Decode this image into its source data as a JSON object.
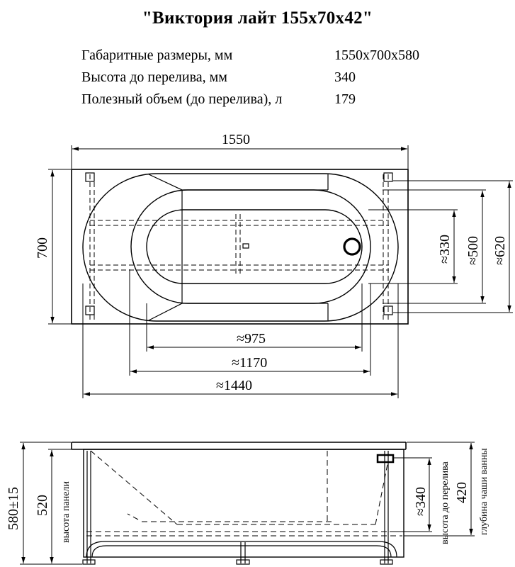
{
  "title": "\"Виктория лайт 155х70х42\"",
  "specs": [
    {
      "label": "Габаритные размеры, мм",
      "value": "1550х700х580"
    },
    {
      "label": "Высота до перелива, мм",
      "value": "340"
    },
    {
      "label": "Полезный объем (до перелива), л",
      "value": "179"
    }
  ],
  "top_view": {
    "length": "1550",
    "width": "700",
    "inner_975": "≈975",
    "inner_1170": "≈1170",
    "inner_1440": "≈1440",
    "right_330": "≈330",
    "right_500": "≈500",
    "right_620": "≈620"
  },
  "side_view": {
    "height_total": "580±15",
    "panel_height": "520",
    "panel_label": "высота панели",
    "overflow_height": "≈340",
    "overflow_label": "высота до перелива",
    "bowl_depth": "420",
    "bowl_label": "глубина чаши ванны"
  }
}
